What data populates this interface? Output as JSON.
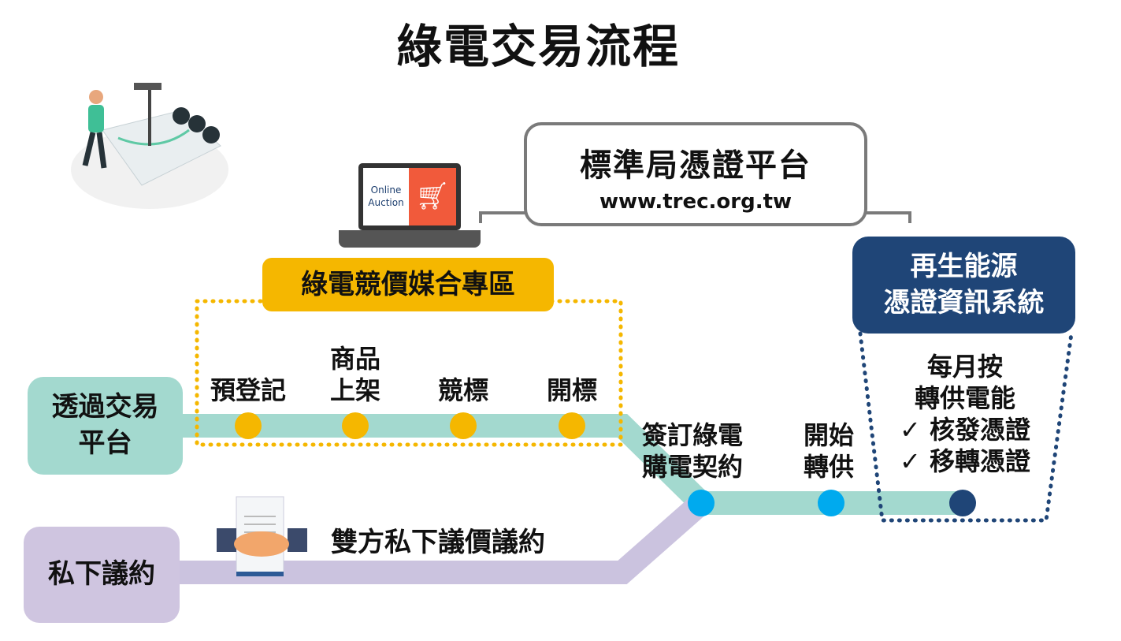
{
  "title": "綠電交易流程",
  "certificate_platform": {
    "name": "標準局憑證平台",
    "url": "www.trec.org.tw"
  },
  "laptop": {
    "screen_text_1": "Online",
    "screen_text_2": "Auction"
  },
  "auction_zone": {
    "label": "綠電競價媒合專區",
    "steps": [
      "預登記",
      "商品",
      "上架",
      "競標",
      "開標"
    ]
  },
  "platform_route": {
    "line1": "透過交易",
    "line2": "平台"
  },
  "private_route": {
    "label": "私下議約",
    "description": "雙方私下議價議約"
  },
  "contract": {
    "line1": "簽訂綠電",
    "line2": "購電契約"
  },
  "transfer": {
    "line1": "開始",
    "line2": "轉供"
  },
  "registry": {
    "line1": "再生能源",
    "line2": "憑證資訊系統"
  },
  "monthly": {
    "line1": "每月按",
    "line2": "轉供電能",
    "check1": "✓ 核發憑證",
    "check2": "✓ 移轉憑證"
  },
  "colors": {
    "teal": "#a3d9cf",
    "purple": "#cbc3df",
    "yellow": "#f5b700",
    "blue": "#00aaee",
    "navy": "#1f4577"
  }
}
